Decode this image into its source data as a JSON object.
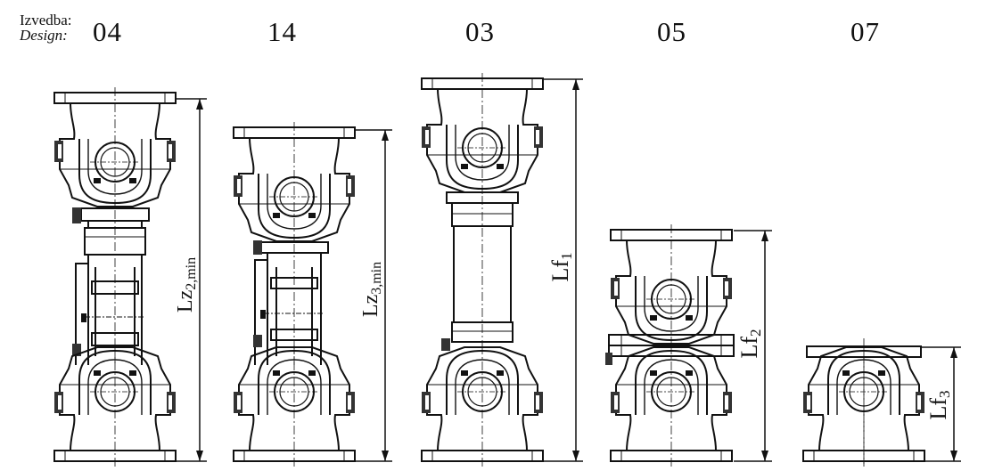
{
  "header": {
    "label_line1": "Izvedba:",
    "label_line2": "Design:",
    "codes": [
      "04",
      "14",
      "03",
      "05",
      "07"
    ]
  },
  "dimensions": {
    "d04": {
      "main": "Lz",
      "sub": "2,min"
    },
    "d14": {
      "main": "Lz",
      "sub": "3,min"
    },
    "d03": {
      "main": "Lf",
      "sub": "1"
    },
    "d05": {
      "main": "Lf",
      "sub": "2"
    },
    "d07": {
      "main": "Lf",
      "sub": "3"
    }
  },
  "colors": {
    "ink": "#111111",
    "background": "#ffffff"
  }
}
